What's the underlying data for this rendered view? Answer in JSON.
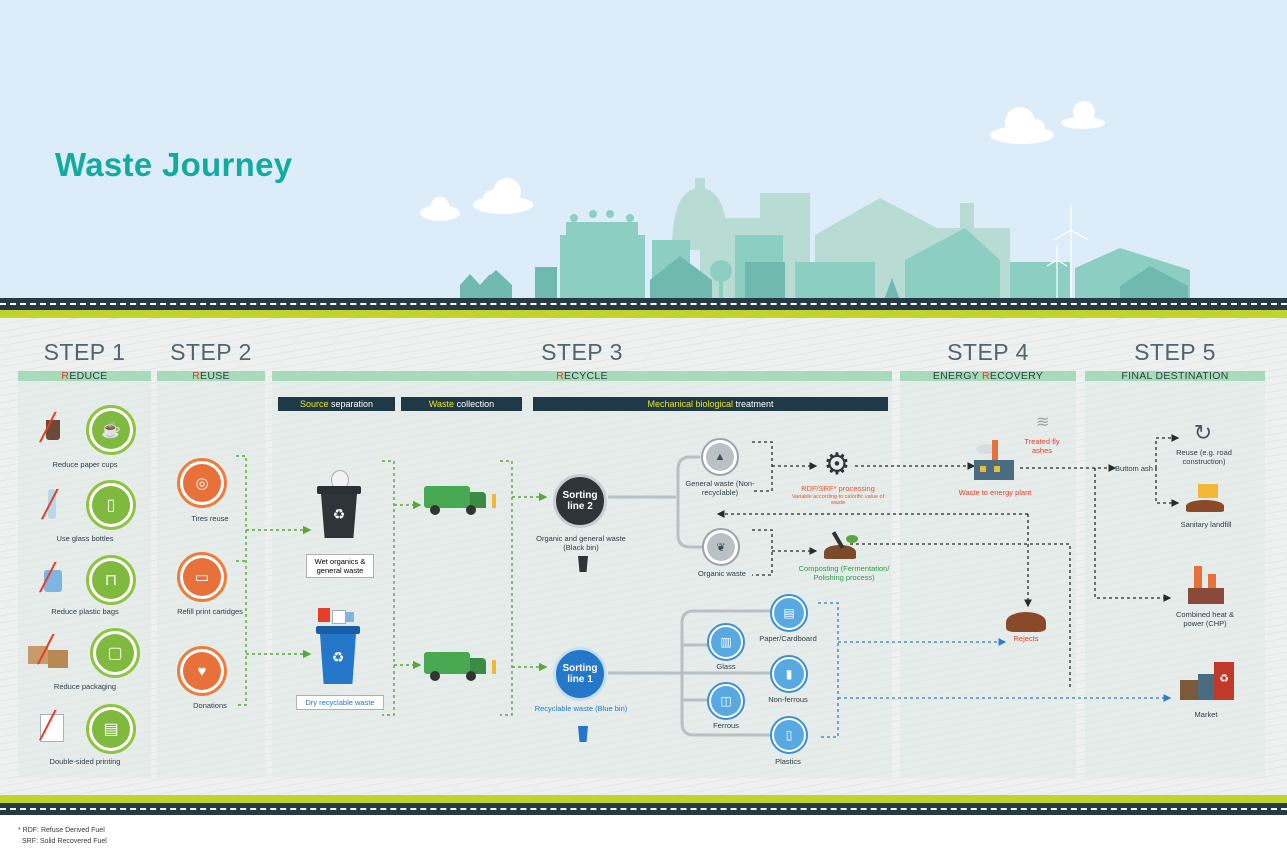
{
  "title": "Waste Journey",
  "colors": {
    "teal": "#13aaa0",
    "road": "#253a46",
    "lime": "#c2d32b",
    "green": "#7fba3f",
    "orange": "#e8703a",
    "blue": "#3b8fd4",
    "red": "#e53e2a"
  },
  "steps": [
    {
      "heading": "STEP 1",
      "bar_first": "R",
      "bar_rest": "EDUCE"
    },
    {
      "heading": "STEP 2",
      "bar_first": "R",
      "bar_rest": "EUSE"
    },
    {
      "heading": "STEP 3",
      "bar_first": "R",
      "bar_rest": "ECYCLE"
    },
    {
      "heading": "STEP 4",
      "bar_pre": "ENERGY ",
      "bar_first": "R",
      "bar_rest": "ECOVERY"
    },
    {
      "heading": "STEP 5",
      "bar_rest": "FINAL DESTINATION"
    }
  ],
  "step1": {
    "items": [
      {
        "label": "Reduce paper cups",
        "icon": "cup-icon"
      },
      {
        "label": "Use glass bottles",
        "icon": "bottle-icon"
      },
      {
        "label": "Reduce plastic bags",
        "icon": "bag-icon"
      },
      {
        "label": "Reduce packaging",
        "icon": "box-icon"
      },
      {
        "label": "Double-sided printing",
        "icon": "paper-icon"
      }
    ]
  },
  "step2": {
    "items": [
      {
        "label": "Tires reuse",
        "icon": "tire-icon"
      },
      {
        "label": "Refill print cartidges",
        "icon": "printer-icon"
      },
      {
        "label": "Donations",
        "icon": "donation-icon"
      }
    ]
  },
  "step3": {
    "sub_bars": [
      {
        "hl": "Source",
        "rest": " separation"
      },
      {
        "hl": "Waste",
        "rest": " collection"
      },
      {
        "hl": "Mechanical biological",
        "rest": " treatment"
      }
    ],
    "bin_wet": "Wet organics & general waste",
    "bin_dry": "Dry recyclable waste",
    "sort2": {
      "name": "Sorting line 2",
      "caption": "Organic and general waste (Black bin)"
    },
    "sort1": {
      "name": "Sorting line 1",
      "caption": "Recyclable waste (Blue bin)"
    },
    "general_waste": "General waste (Non-recyclable)",
    "organic_waste": "Organic waste",
    "rdf": "RDF/SRF* processing",
    "rdf_sub": "Variable according to calorific value of waste",
    "composting": "Composting (Fermentation/ Polishing process)",
    "recyclables": [
      {
        "label": "Paper/Cardboard",
        "icon": "paper-stack-icon"
      },
      {
        "label": "Glass",
        "icon": "glass-icon"
      },
      {
        "label": "Non-ferrous",
        "icon": "can-icon"
      },
      {
        "label": "Ferrous",
        "icon": "metal-icon"
      },
      {
        "label": "Plastics",
        "icon": "plastic-bottle-icon"
      }
    ]
  },
  "step4": {
    "plant": "Waste to energy plant",
    "fly_ash": "Treated fly ashes",
    "rejects": "Rejects"
  },
  "step5": {
    "bottom_ash": "Buttom ash",
    "reuse": "Reuse (e.g. road construction)",
    "landfill": "Sanitary landfill",
    "chp": "Combined heat & power (CHP)",
    "market": "Market"
  },
  "footnotes": [
    "* RDF: Refuse Derived Fuel",
    "SRF: Solid Recovered Fuel"
  ]
}
